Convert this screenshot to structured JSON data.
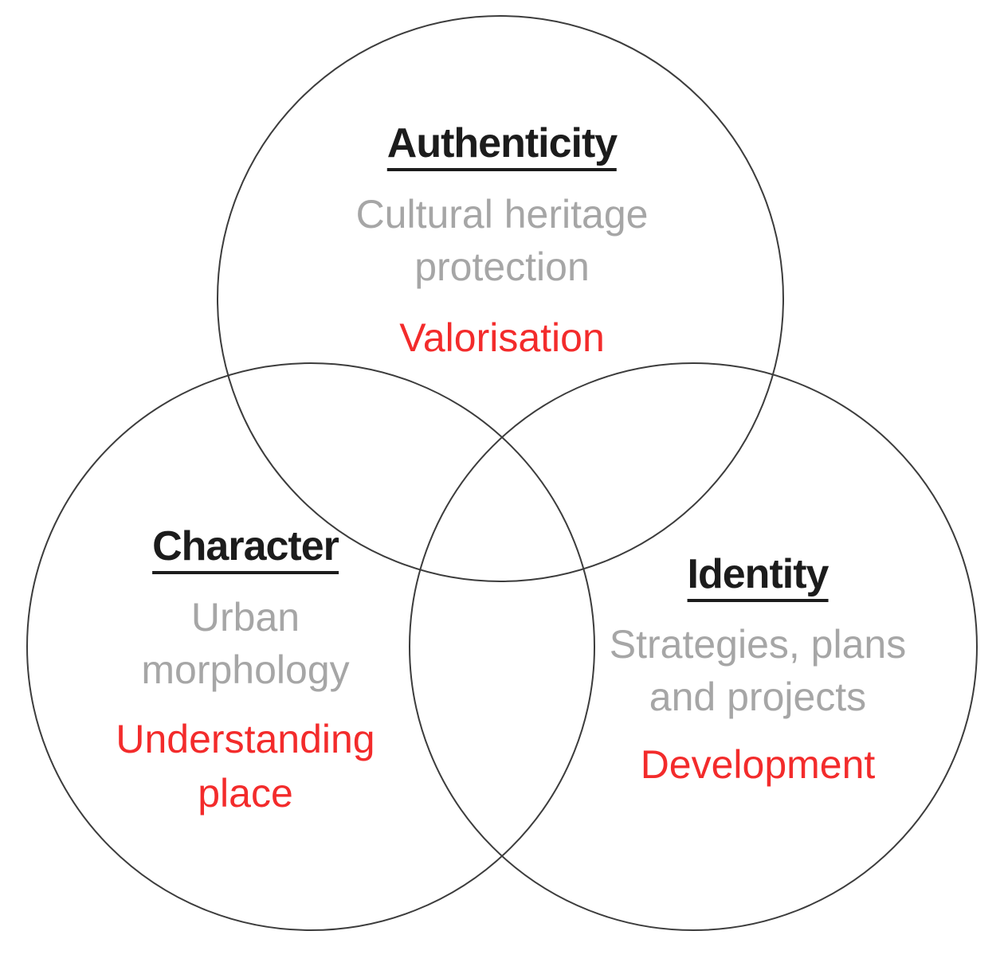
{
  "diagram": {
    "type": "venn-3-circle",
    "background": "#ffffff",
    "circle_stroke_color": "#3c3c3c",
    "colors": {
      "heading": "#1c1c1c",
      "subtitle": "#a6a6a6",
      "keyword": "#f32b2b"
    },
    "circles": [
      {
        "heading": "Authenticity",
        "subtitle_lines": [
          "Cultural heritage",
          "protection"
        ],
        "keyword_lines": [
          "Valorisation"
        ]
      },
      {
        "heading": "Character",
        "subtitle_lines": [
          "Urban",
          "morphology"
        ],
        "keyword_lines": [
          "Understanding",
          "place"
        ]
      },
      {
        "heading": "Identity",
        "subtitle_lines": [
          "Strategies, plans",
          "and projects"
        ],
        "keyword_lines": [
          "Development"
        ]
      }
    ]
  }
}
